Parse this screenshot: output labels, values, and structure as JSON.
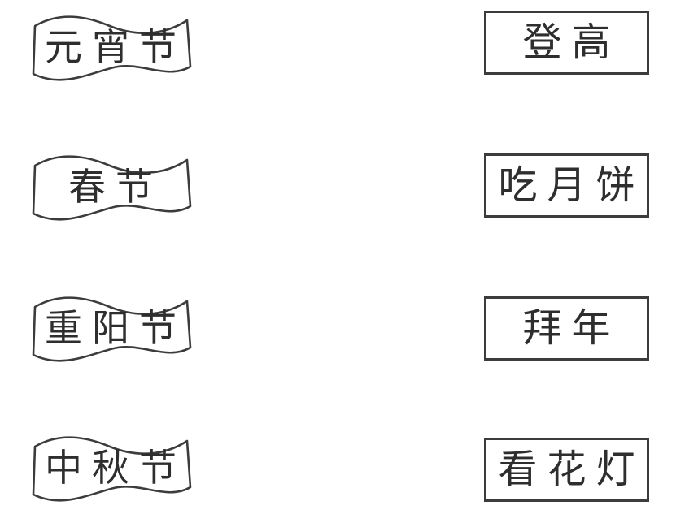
{
  "page": {
    "background": "#ffffff",
    "ink_color": "#3c3c3c",
    "text_color": "#2e2e2e"
  },
  "exercise": {
    "kind": "match-festival-to-activity",
    "left": {
      "shape": "wavy-banner",
      "items": [
        {
          "label": "元宵节"
        },
        {
          "label": "春节"
        },
        {
          "label": "重阳节"
        },
        {
          "label": "中秋节"
        }
      ]
    },
    "right": {
      "shape": "rectangle",
      "items": [
        {
          "label": "登高"
        },
        {
          "label": "吃月饼"
        },
        {
          "label": "拜年"
        },
        {
          "label": "看花灯"
        }
      ]
    }
  }
}
